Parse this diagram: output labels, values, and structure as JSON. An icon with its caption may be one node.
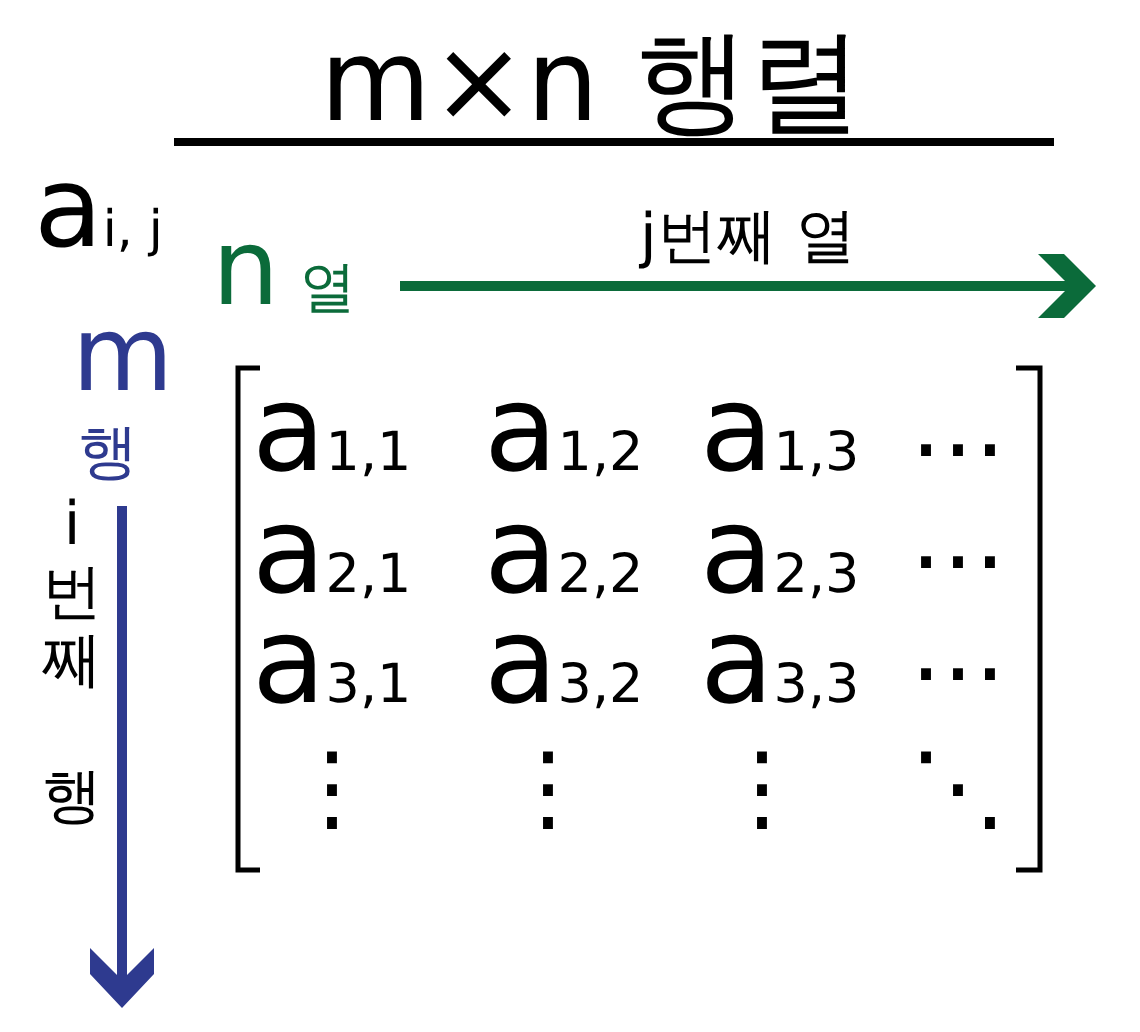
{
  "diagram": {
    "title": "m×n 행렬",
    "labels": [
      "a$_{i, j}$",
      "n",
      "열",
      "j번째 열",
      "m",
      "행",
      "i번째 행",
      "a$_{1,1}$",
      "a$_{1,2}$",
      "a$_{1,3}$",
      "⋯",
      "a$_{2,1}$",
      "a$_{2,2}$",
      "a$_{2,3}$",
      "⋯",
      "a$_{3,1}$",
      "a$_{3,2}$",
      "a$_{3,3}$",
      "⋯",
      "⋮",
      "⋮",
      "⋮",
      "⋱"
    ]
  }
}
